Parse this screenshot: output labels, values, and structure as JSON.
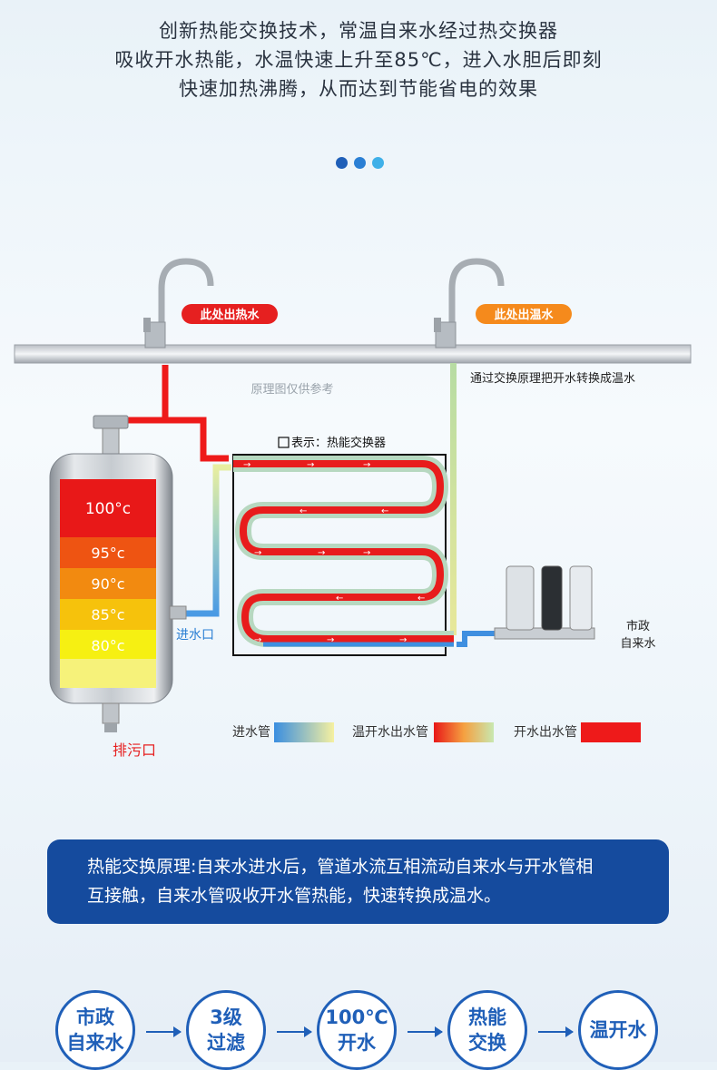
{
  "intro": {
    "line1": "创新热能交换技术，常温自来水经过热交换器",
    "line2": "吸收开水热能，水温快速上升至85℃，进入水胆后即刻",
    "line3": "快速加热沸腾，从而达到节能省电的效果"
  },
  "dots": [
    "#1f5fb8",
    "#2a7fd4",
    "#3fb0e8"
  ],
  "diagram": {
    "hot_outlet_label": "此处出热水",
    "warm_outlet_label": "此处出温水",
    "reference_note": "原理图仅供参考",
    "exchange_note": "通过交换原理把开水转换成温水",
    "legend_box_label": "表示：热能交换器",
    "tank_levels": [
      "100°c",
      "95°c",
      "90°c",
      "85°c",
      "80°c"
    ],
    "inlet_label": "进水口",
    "drain_label": "排污口",
    "city_water_line1": "市政",
    "city_water_line2": "自来水",
    "legend_inlet": "进水管",
    "legend_warm": "温开水出水管",
    "legend_boiling": "开水出水管"
  },
  "principle": {
    "line1": "热能交换原理:自来水进水后，管道水流互相流动自来水与开水管相",
    "line2": "互接触，自来水管吸收开水管热能，快速转换成温水。"
  },
  "flow": [
    {
      "line1": "市政",
      "line2": "自来水"
    },
    {
      "line1": "3级",
      "line2": "过滤"
    },
    {
      "line1": "100℃",
      "line2": "开水"
    },
    {
      "line1": "热能",
      "line2": "交换"
    },
    {
      "line1": "温开水",
      "line2": ""
    }
  ]
}
